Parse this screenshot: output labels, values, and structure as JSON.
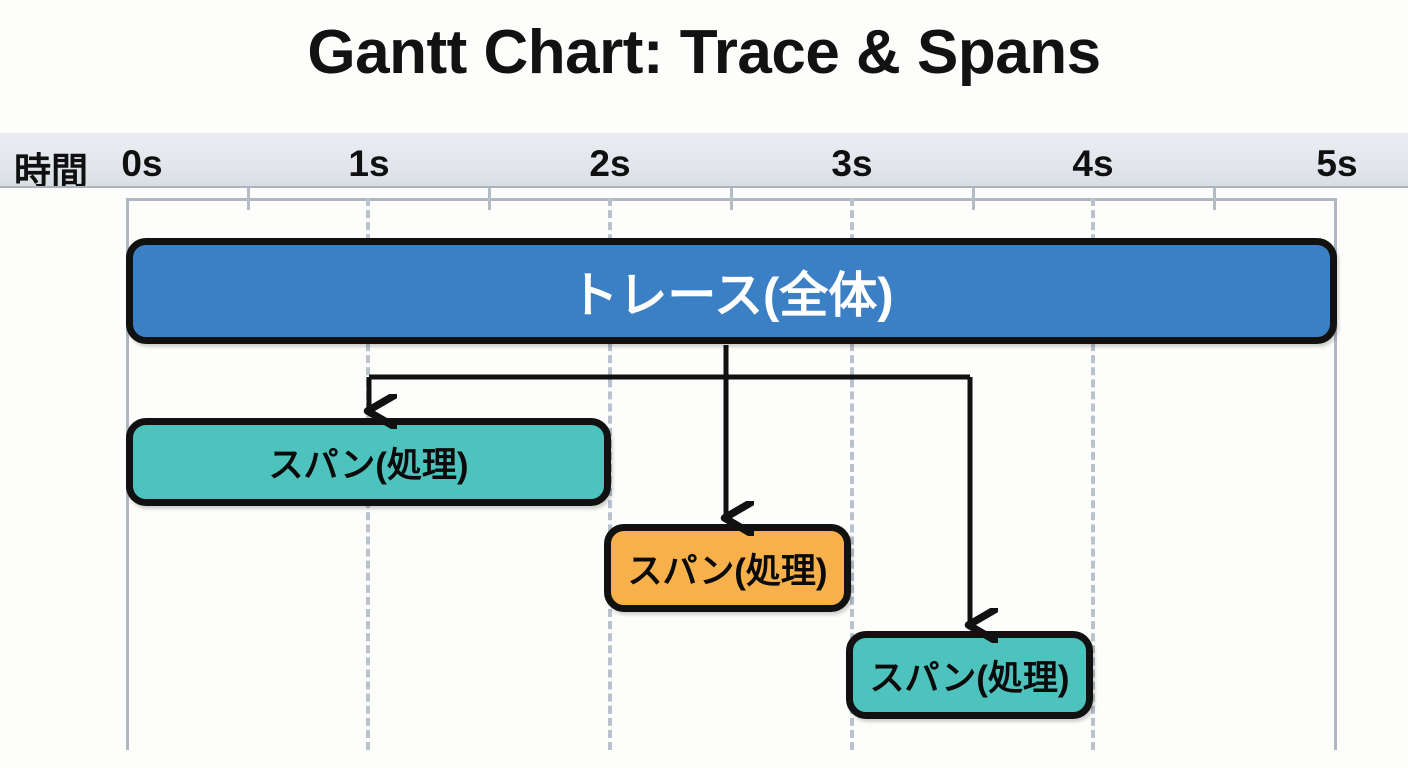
{
  "title": "Gantt Chart: Trace & Spans",
  "axis": {
    "name": "時間",
    "unit": "s",
    "ticks": [
      "0s",
      "1s",
      "2s",
      "3s",
      "4s",
      "5s"
    ],
    "minor_ticks": [
      "0.5s",
      "1.5s",
      "2.5s",
      "3.5s",
      "4.5s"
    ],
    "range": [
      0,
      5
    ],
    "gridline_color": "#b9c2cd",
    "band_color": "#e2e6ec"
  },
  "chart_data": {
    "type": "bar",
    "orientation": "horizontal",
    "title": "Gantt Chart: Trace & Spans",
    "xlabel": "時間",
    "ylabel": "",
    "xlim": [
      0,
      5
    ],
    "tick_interval": 1,
    "minor_tick_interval": 0.5,
    "grid": true,
    "legend": "none",
    "categories": [
      "トレース(全体)",
      "スパン(処理)",
      "スパン(処理)",
      "スパン(処理)"
    ],
    "tasks": [
      {
        "label": "トレース(全体)",
        "row": 0,
        "start": 0.0,
        "end": 5.0,
        "duration": 5.0,
        "color": "#3b7fc4",
        "text_color": "#ffffff",
        "role": "trace"
      },
      {
        "label": "スパン(処理)",
        "row": 1,
        "start": 0.0,
        "end": 2.0,
        "duration": 2.0,
        "color": "#4ec3bd",
        "text_color": "#0b0b0b",
        "role": "span"
      },
      {
        "label": "スパン(処理)",
        "row": 2,
        "start": 2.0,
        "end": 3.0,
        "duration": 1.0,
        "color": "#f8b04a",
        "text_color": "#0b0b0b",
        "role": "span"
      },
      {
        "label": "スパン(処理)",
        "row": 3,
        "start": 3.0,
        "end": 4.0,
        "duration": 1.0,
        "color": "#4ec3bd",
        "text_color": "#0b0b0b",
        "role": "span"
      }
    ],
    "connectors": [
      {
        "from": "トレース(全体)",
        "to_row": 1,
        "arrow_at": 1.0
      },
      {
        "from": "トレース(全体)",
        "to_row": 2,
        "arrow_at": 2.48
      },
      {
        "from": "トレース(全体)",
        "to_row": 3,
        "arrow_at": 3.49
      }
    ]
  }
}
